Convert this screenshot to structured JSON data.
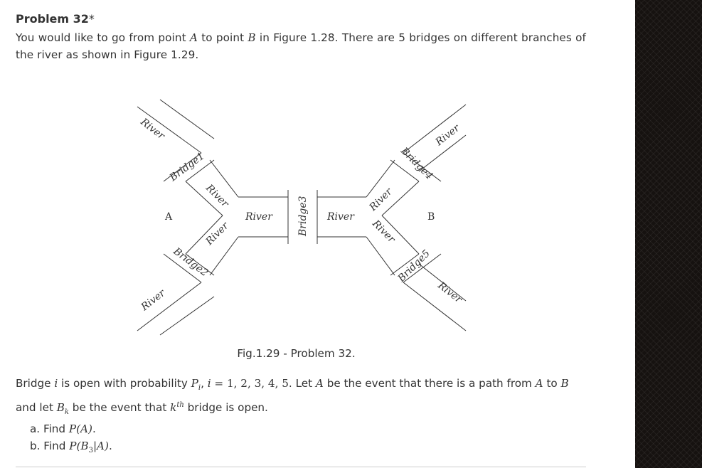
{
  "problem": {
    "title_text": "Problem 32",
    "title_star": "*",
    "intro_1": "You would like to go from point ",
    "point_a": "A",
    "intro_2": " to point ",
    "point_b": "B",
    "intro_3": " in Figure 1.28. There are 5 bridges on different branches of the river as shown in Figure 1.29."
  },
  "figure": {
    "labels": {
      "river": "River",
      "bridge1": "Bridge1",
      "bridge2": "Bridge2",
      "bridge3": "Bridge3",
      "bridge4": "Bridge4",
      "bridge5": "Bridge5",
      "point_a": "A",
      "point_b": "B"
    },
    "caption": "Fig.1.29 - Problem 32."
  },
  "body": {
    "p2_1": "Bridge ",
    "p2_i": "i",
    "p2_2": " is open with probability ",
    "p2_Pi": "P",
    "p2_Pi_sub": "i",
    "p2_3": ", ",
    "p2_i2": "i",
    "p2_eq": " = 1, 2, 3, 4, 5",
    "p2_4": ". Let ",
    "p2_A": "A",
    "p2_5": " be the event that there is a path from ",
    "p2_A2": "A",
    "p2_6": " to ",
    "p2_B": "B",
    "p2_7": " and let ",
    "p2_Bk": "B",
    "p2_Bk_sub": "k",
    "p2_8": " be the event that ",
    "p2_k": "k",
    "p2_th": "th",
    "p2_9": " bridge is open."
  },
  "questions": [
    {
      "marker": "a. Find ",
      "expr": "P(A)",
      "end": "."
    },
    {
      "marker": "b. Find ",
      "expr_1": "P(B",
      "expr_sub": "3",
      "expr_2": "|A)",
      "end": "."
    }
  ]
}
